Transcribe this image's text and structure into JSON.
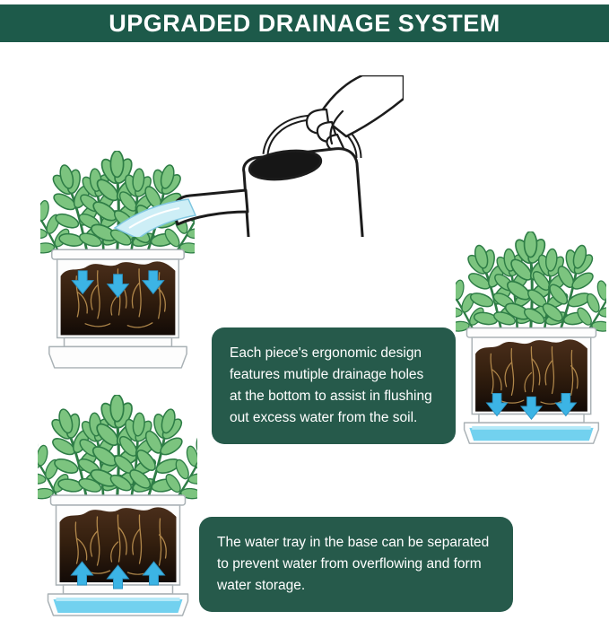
{
  "header": {
    "title": "UPGRADED DRAINAGE SYSTEM"
  },
  "callouts": {
    "drainage": {
      "text": "Each piece's ergonomic design features mutiple drainage holes at the bottom to assist in flushing out excess water from the soil."
    },
    "water_tray": {
      "text": "The water tray in the base can be separated to prevent water from overflowing and form water storage."
    }
  },
  "illustrations": {
    "watering_can": "watering-can-pouring-water-held-by-hand",
    "planter_top_left": "planter-being-watered-arrows-down-into-soil",
    "planter_right": "planter-drainage-arrows-down-into-water-tray",
    "planter_bottom_left": "planter-water-storage-tray-arrows-up"
  },
  "colors": {
    "banner_green": "#1d5a4a",
    "callout_green": "#265a4b",
    "water_blue": "#cdeef6",
    "arrow_blue": "#3cb4e5",
    "leaf_green": "#7cc47f",
    "soil_brown": "#35200f",
    "tray_water": "#72d1ef"
  }
}
